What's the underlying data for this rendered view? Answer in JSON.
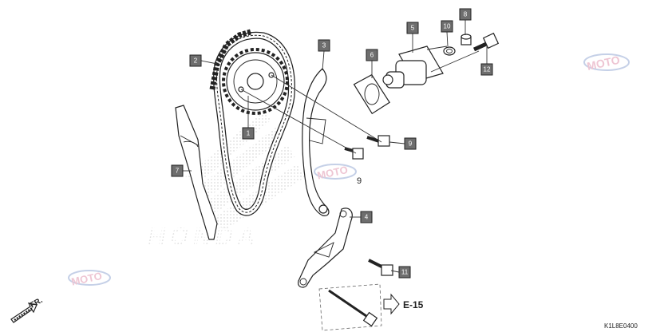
{
  "diagram_code": "K1L8E0400",
  "reference": "E-15",
  "front_label": "FR.",
  "plain_label": "9",
  "callouts": [
    {
      "id": "c1",
      "label": "1"
    },
    {
      "id": "c2",
      "label": "2"
    },
    {
      "id": "c3",
      "label": "3"
    },
    {
      "id": "c4",
      "label": "4"
    },
    {
      "id": "c5",
      "label": "5"
    },
    {
      "id": "c6",
      "label": "6"
    },
    {
      "id": "c7",
      "label": "7"
    },
    {
      "id": "c8",
      "label": "8"
    },
    {
      "id": "c9",
      "label": "9"
    },
    {
      "id": "c10",
      "label": "10"
    },
    {
      "id": "c11",
      "label": "11"
    },
    {
      "id": "c12",
      "label": "12"
    }
  ],
  "watermark": {
    "brand": "HONDA",
    "badge": "MOTO"
  }
}
